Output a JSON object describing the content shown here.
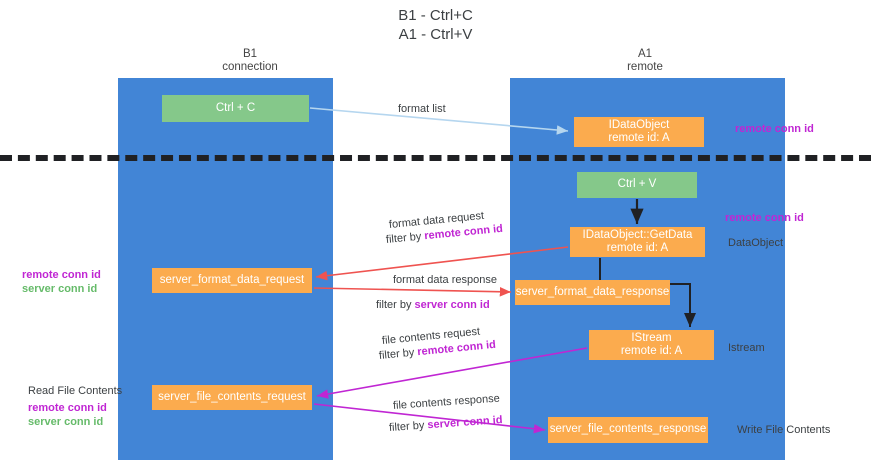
{
  "diagram": {
    "title": "B1 - Ctrl+C\nA1 - Ctrl+V",
    "columns": [
      {
        "id": "b1",
        "label": "B1\nconnection",
        "color": "#4285d6"
      },
      {
        "id": "a1",
        "label": "A1\nremote",
        "color": "#4285d6"
      }
    ],
    "nodes": [
      {
        "id": "ctrl-c",
        "label": "Ctrl + C",
        "color": "#85c88a",
        "column": "b1"
      },
      {
        "id": "idataobject",
        "label": "IDataObject\nremote id: A",
        "color": "#fbab4e",
        "column": "a1"
      },
      {
        "id": "ctrl-v",
        "label": "Ctrl + V",
        "color": "#85c88a",
        "column": "a1"
      },
      {
        "id": "idataobject-getdata",
        "label": "IDataObject::GetData\nremote id: A",
        "color": "#fbab4e",
        "column": "a1"
      },
      {
        "id": "server-format-data-request",
        "label": "server_format_data_request",
        "color": "#fbab4e",
        "column": "b1"
      },
      {
        "id": "server-format-data-response",
        "label": "server_format_data_response",
        "color": "#fbab4e",
        "column": "a1"
      },
      {
        "id": "istream",
        "label": "IStream\nremote id: A",
        "color": "#fbab4e",
        "column": "a1"
      },
      {
        "id": "server-file-contents-request",
        "label": "server_file_contents_request",
        "color": "#fbab4e",
        "column": "b1"
      },
      {
        "id": "server-file-contents-response",
        "label": "server_file_contents_response",
        "color": "#fbab4e",
        "column": "a1"
      }
    ],
    "edge_labels": {
      "format_list": "format list",
      "format_data_request": "format data request",
      "format_data_request_filter_prefix": "filter by ",
      "format_data_request_filter_key": "remote conn id",
      "format_data_response": "format data response",
      "format_data_response_filter_prefix": "filter by ",
      "format_data_response_filter_key": "server conn id",
      "file_contents_request": "file contents request",
      "file_contents_request_filter_prefix": "filter by ",
      "file_contents_request_filter_key": "remote conn id",
      "file_contents_response": "file contents response",
      "file_contents_response_filter_prefix": "filter by ",
      "file_contents_response_filter_key": "server conn id"
    },
    "annotations": {
      "remote_conn_id_top": "remote conn id",
      "remote_conn_id_mid": "remote conn id",
      "dataobject": "DataObject",
      "istream": "Istream",
      "write_file_contents": "Write File Contents",
      "read_file_contents": "Read File Contents",
      "left_remote_conn_id_a": "remote conn id",
      "left_server_conn_id_a": "server conn id",
      "left_remote_conn_id_b": "remote conn id",
      "left_server_conn_id_b": "server conn id"
    },
    "colors": {
      "lane": "#4285d6",
      "green_node": "#85c88a",
      "orange_node": "#fbab4e",
      "purple_text": "#c026d3",
      "green_text": "#66bb6a",
      "arrow_light_blue": "#b5d6ef",
      "arrow_red": "#ef5350",
      "arrow_magenta": "#c026d3",
      "arrow_black": "#202124",
      "divider": "#202124"
    }
  }
}
